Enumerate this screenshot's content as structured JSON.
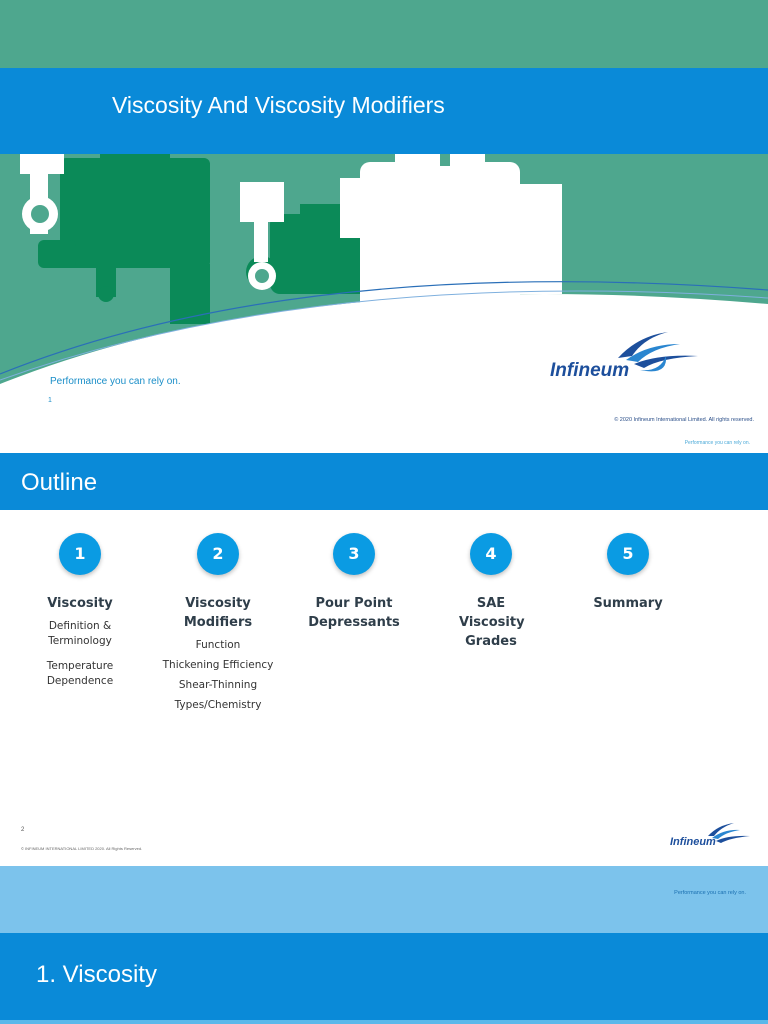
{
  "slide1": {
    "title": "Viscosity And Viscosity Modifiers",
    "tagline": "Performance you can rely on.",
    "page_number": "1",
    "copyright": "© 2020 Infineum International Limited. All rights reserved.",
    "tagline_small": "Performance you can rely on.",
    "logo_text": "Infineum"
  },
  "slide2": {
    "title": "Outline",
    "items": [
      {
        "number": "1",
        "title": "Viscosity",
        "subs": [
          "Definition &",
          "Terminology",
          "Temperature",
          "Dependence"
        ]
      },
      {
        "number": "2",
        "title": "Viscosity Modifiers",
        "subs": [
          "Function",
          "Thickening Efficiency",
          "Shear-Thinning",
          "Types/Chemistry"
        ]
      },
      {
        "number": "3",
        "title": "Pour Point Depressants",
        "subs": []
      },
      {
        "number": "4",
        "title": "SAE Viscosity Grades",
        "subs": []
      },
      {
        "number": "5",
        "title": "Summary",
        "subs": []
      }
    ],
    "page_number": "2",
    "copyright": "© INFINEUM INTERNATIONAL LIMITED 2020. All Rights Reserved.",
    "logo_text": "Infineum"
  },
  "slide3": {
    "tagline": "Performance you can rely on.",
    "title": "1. Viscosity"
  },
  "colors": {
    "accent_blue": "#0a8ad8",
    "teal": "#4ea78e",
    "dark_green": "#0b8a58",
    "light_blue": "#7cc3ec"
  }
}
